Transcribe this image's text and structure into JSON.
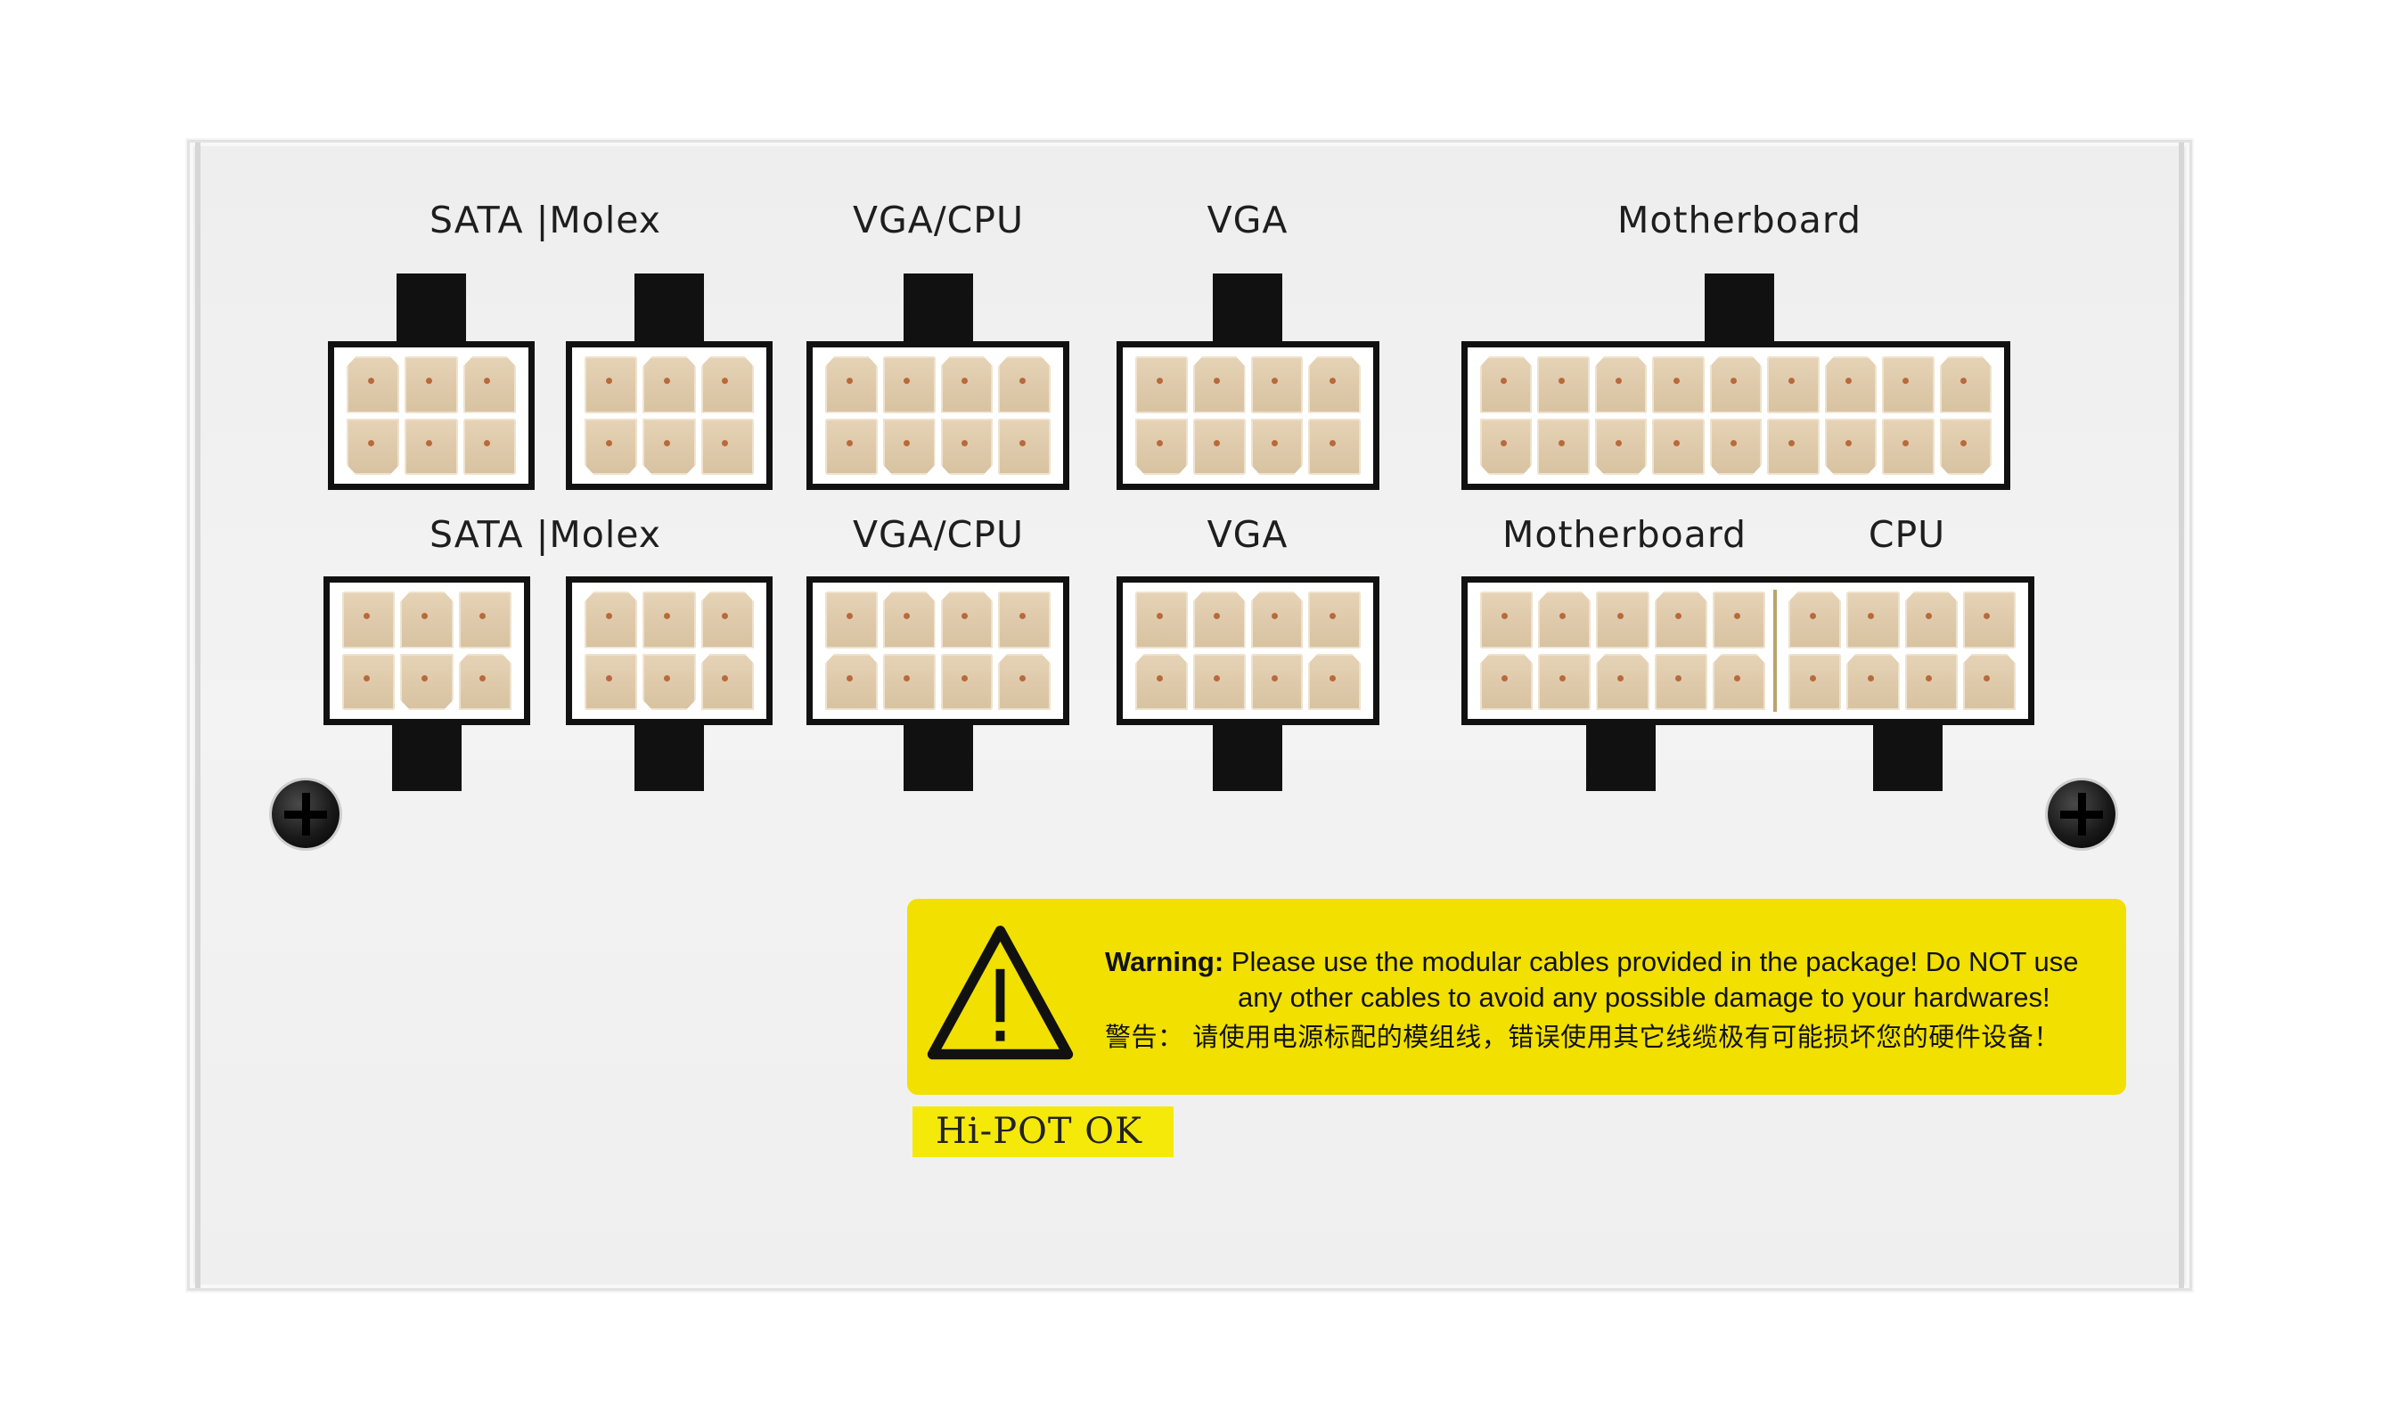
{
  "labels": {
    "row1": {
      "sata_molex": "SATA |Molex",
      "vga_cpu": "VGA/CPU",
      "vga": "VGA",
      "motherboard": "Motherboard"
    },
    "row2": {
      "sata_molex": "SATA |Molex",
      "vga_cpu": "VGA/CPU",
      "vga": "VGA",
      "motherboard": "Motherboard",
      "cpu": "CPU"
    }
  },
  "warning": {
    "prefix": "Warning:",
    "line1": "Please use the modular cables provided in the package! Do NOT use",
    "line2": "any other cables to avoid any possible damage to your hardwares!",
    "cn_prefix": "警告：",
    "cn_text": "请使用电源标配的模组线，错误使用其它线缆极有可能损坏您的硬件设备！",
    "icon": "warning-triangle-icon"
  },
  "hipot": "Hi-POT OK",
  "colors": {
    "panel": "#efefef",
    "connector_border": "#111111",
    "pin": "#dcc7a6",
    "warning_bg": "#f1e000",
    "hipot_bg": "#f5e90a"
  }
}
